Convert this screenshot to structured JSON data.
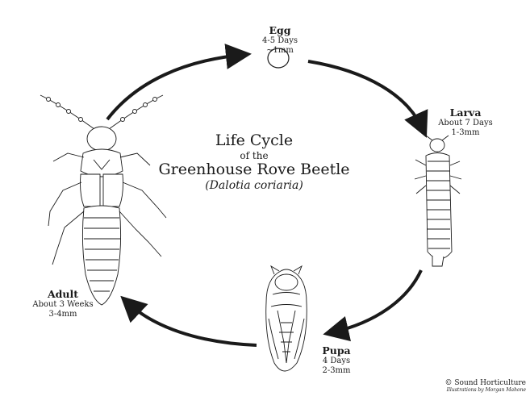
{
  "title": {
    "line1": "Life Cycle",
    "line2": "of the",
    "line3": "Greenhouse Rove Beetle",
    "line4": "(Dalotia coriaria)"
  },
  "stages": {
    "egg": {
      "name": "Egg",
      "duration": "4-5 Days",
      "size": "~1mm"
    },
    "larva": {
      "name": "Larva",
      "duration": "About 7 Days",
      "size": "1-3mm"
    },
    "pupa": {
      "name": "Pupa",
      "duration": "4 Days",
      "size": "2-3mm"
    },
    "adult": {
      "name": "Adult",
      "duration": "About 3 Weeks",
      "size": "3-4mm"
    }
  },
  "credit": {
    "copyright": "© Sound Horticulture",
    "illustrator": "Illustrations by Morgan Mahone"
  },
  "colors": {
    "ink": "#1a1a1a",
    "background": "#ffffff"
  }
}
